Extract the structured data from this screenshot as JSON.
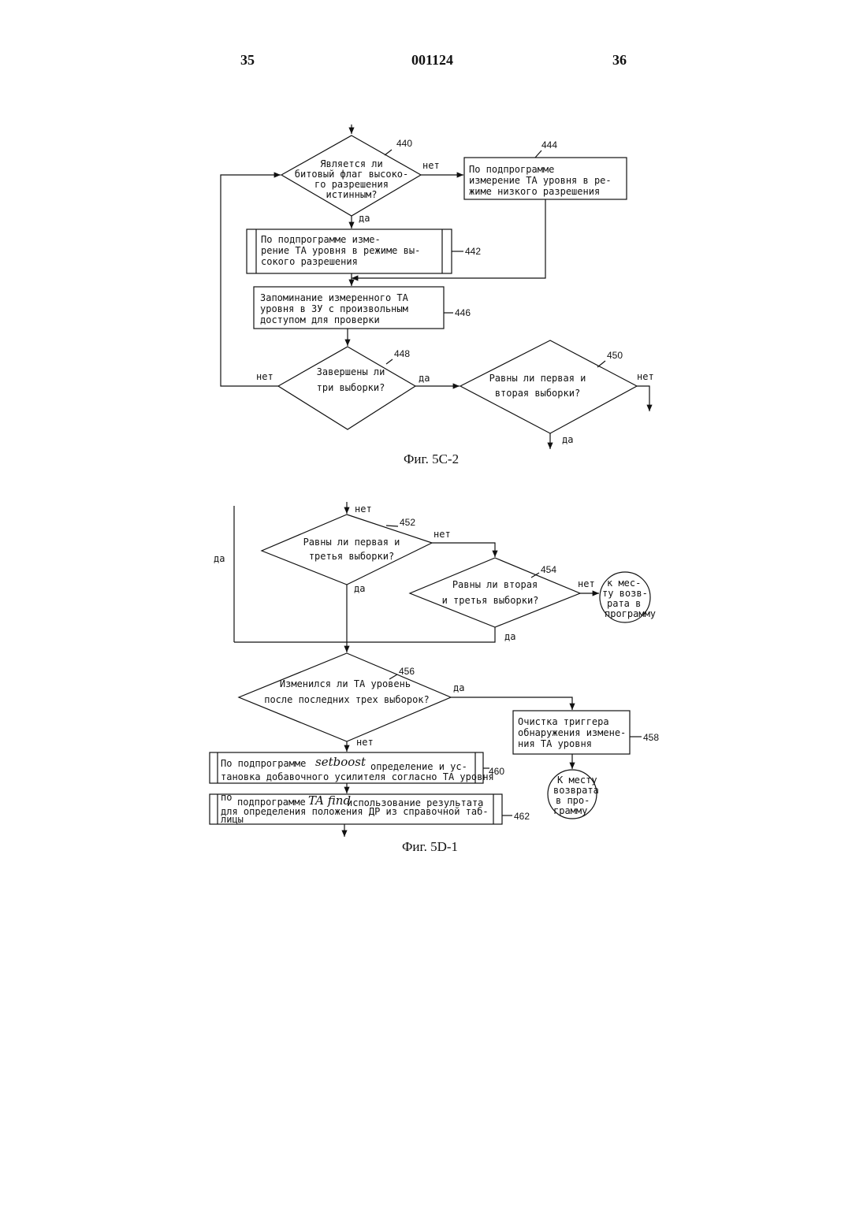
{
  "header": {
    "page_left": "35",
    "doc_number": "001124",
    "page_right": "36"
  },
  "fig1": {
    "caption": "Фиг. 5C-2",
    "d440": {
      "ref": "440",
      "lines": [
        "Является ли",
        "битовый флаг высоко-",
        "го разрешения",
        "истинным?"
      ]
    },
    "b444": {
      "ref": "444",
      "lines": [
        "По подпрограмме",
        "измерение ТА уровня в ре-",
        "жиме низкого разрешения"
      ]
    },
    "b442": {
      "ref": "442",
      "lines": [
        "По подпрограмме         изме-",
        "рение ТА уровня в режиме вы-",
        "сокого разрешения"
      ]
    },
    "b446": {
      "ref": "446",
      "lines": [
        "Запоминание измеренного ТА",
        "уровня в ЗУ с произвольным",
        "доступом для проверки"
      ]
    },
    "d448": {
      "ref": "448",
      "lines": [
        "Завершены ли",
        "три выборки?"
      ]
    },
    "d450": {
      "ref": "450",
      "lines": [
        "Равны ли первая и",
        "вторая выборки?"
      ]
    },
    "labels": {
      "no_440": "нет",
      "yes_440": "да",
      "no_448": "нет",
      "yes_448": "да",
      "no_450": "нет",
      "yes_450": "да"
    }
  },
  "fig2": {
    "caption": "Фиг. 5D-1",
    "d452": {
      "ref": "452",
      "lines": [
        "Равны ли первая и",
        "третья выборки?"
      ]
    },
    "d454": {
      "ref": "454",
      "lines": [
        "Равны ли вторая",
        "и третья выборки?"
      ]
    },
    "c_return1": {
      "lines": [
        "к мес-",
        "ту возв-",
        "рата в",
        "программу"
      ]
    },
    "d456": {
      "ref": "456",
      "lines": [
        "Изменился ли ТА уровень",
        "после последних трех выборок?"
      ]
    },
    "b458": {
      "ref": "458",
      "lines": [
        "Очистка триггера",
        "обнаружения измене-",
        "ния ТА уровня"
      ]
    },
    "c_return2": {
      "lines": [
        "К месту",
        "возврата",
        "в про-",
        "грамму"
      ]
    },
    "b460": {
      "ref": "460",
      "prefix": "По подпрограмме",
      "sub": "setboost",
      "suffix": "определение и ус-",
      "line2": "тановка добавочного усилителя согласно ТА уровня"
    },
    "b462": {
      "ref": "462",
      "prefix": "по",
      "prefix2": "подпрограмме",
      "sub": "TA find",
      "suffix": "использование результата",
      "line2": "для определения положения ДР из справочной таб-",
      "line3": "лицы"
    },
    "labels": {
      "in_top": "нет",
      "left_yes": "да",
      "no_452": "нет",
      "yes_452": "да",
      "no_454": "нет",
      "yes_454": "да",
      "yes_456": "да",
      "no_456": "нет"
    }
  }
}
